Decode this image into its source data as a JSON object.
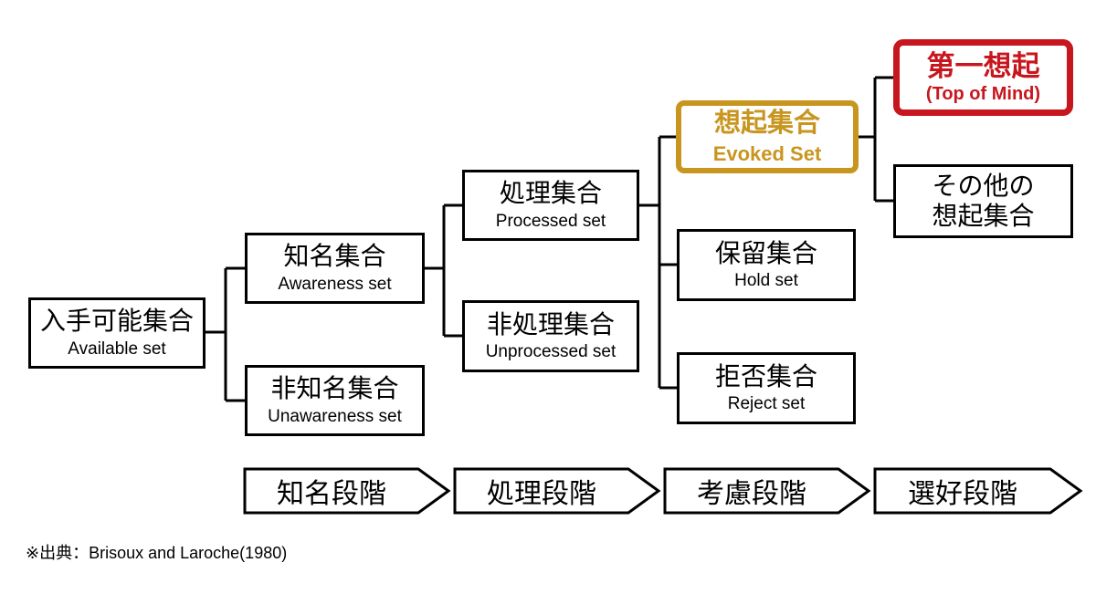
{
  "colors": {
    "background": "#FFFFFF",
    "line": "#000000",
    "evoked_accent": "#C8961F",
    "top_of_mind_accent": "#C8161E"
  },
  "boxes": {
    "available": {
      "jp": "入手可能集合",
      "en": "Available set"
    },
    "awareness": {
      "jp": "知名集合",
      "en": "Awareness set"
    },
    "unawareness": {
      "jp": "非知名集合",
      "en": "Unawareness set"
    },
    "processed": {
      "jp": "処理集合",
      "en": "Processed set"
    },
    "unprocessed": {
      "jp": "非処理集合",
      "en": "Unprocessed set"
    },
    "evoked": {
      "jp": "想起集合",
      "en": "Evoked Set"
    },
    "hold": {
      "jp": "保留集合",
      "en": "Hold set"
    },
    "reject": {
      "jp": "拒否集合",
      "en": "Reject set"
    },
    "top_of_mind": {
      "jp": "第一想起",
      "en": "(Top of Mind)"
    },
    "other_evoked": {
      "jp": "その他の\n想起集合",
      "en": ""
    }
  },
  "stages": [
    {
      "label": "知名段階"
    },
    {
      "label": "処理段階"
    },
    {
      "label": "考慮段階"
    },
    {
      "label": "選好段階"
    }
  ],
  "citation": "※出典：Brisoux and Laroche(1980)"
}
